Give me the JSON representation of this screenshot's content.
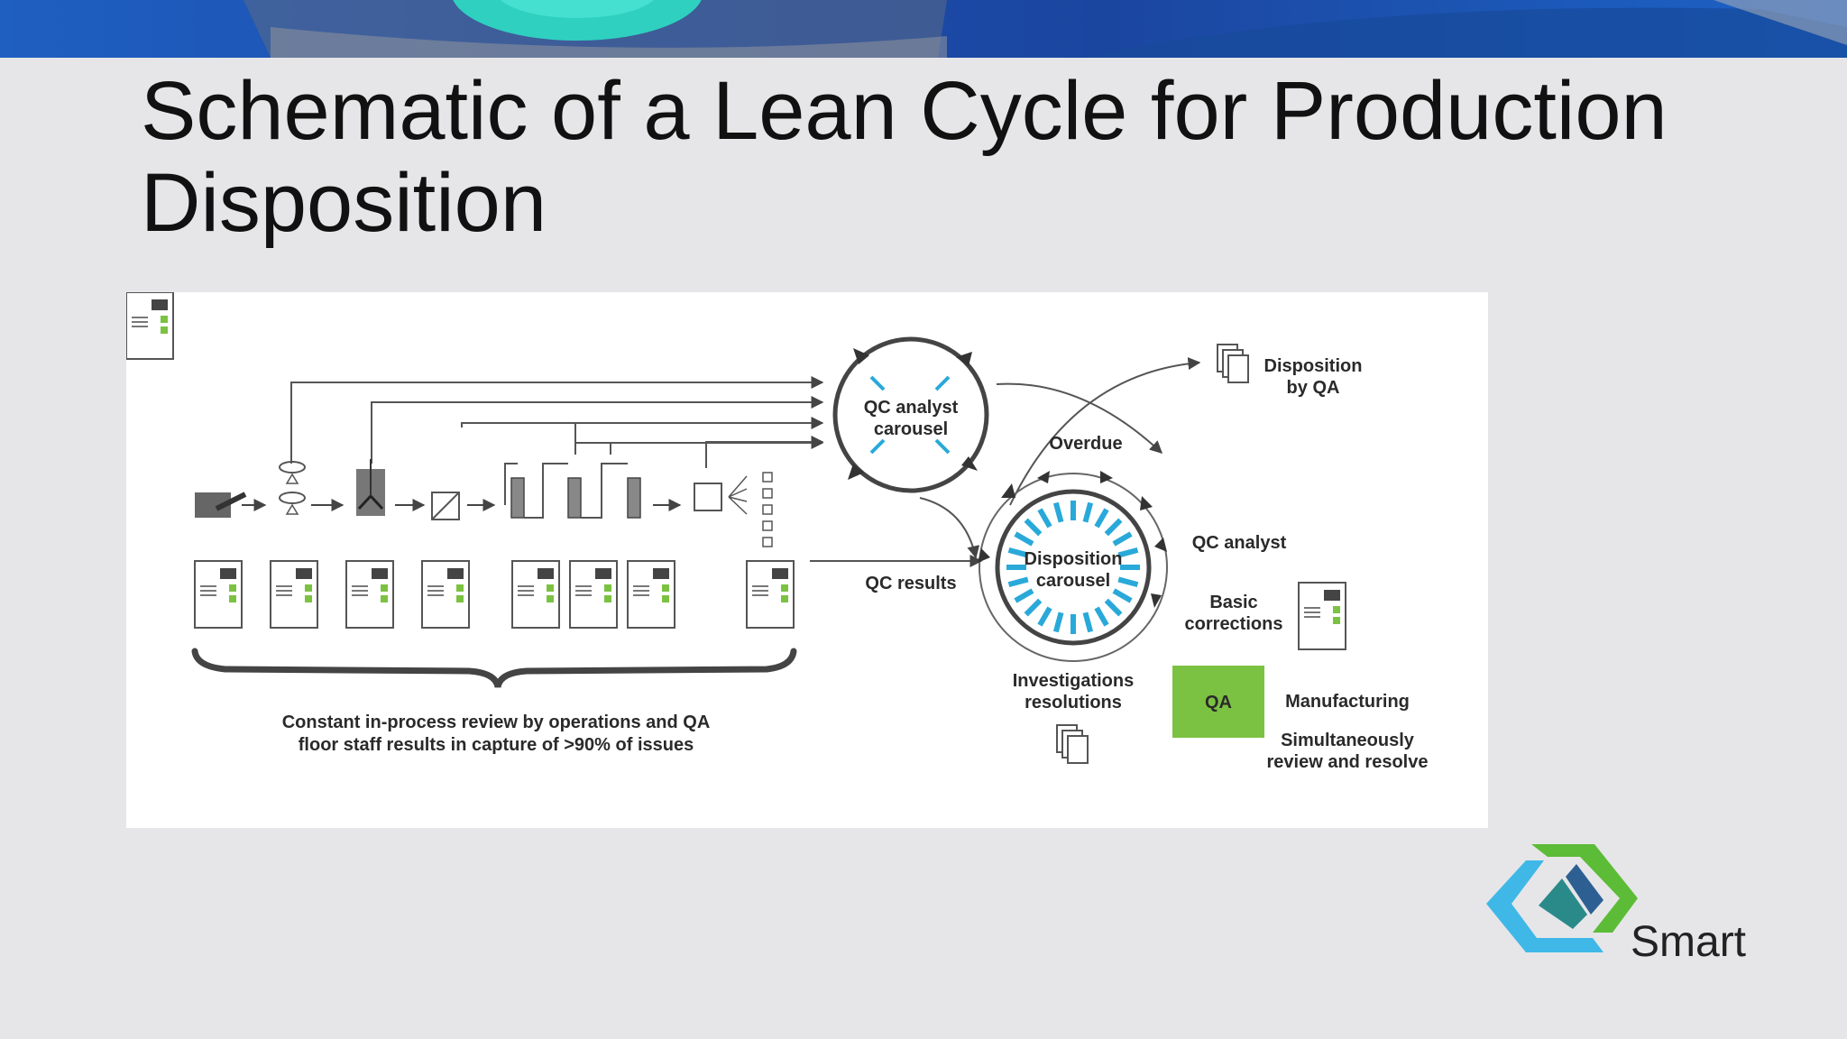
{
  "slide": {
    "title": "Schematic of a Lean Cycle for Production Disposition"
  },
  "diagram": {
    "qc_carousel": "QC analyst carousel",
    "disposition_carousel": "Disposition carousel",
    "overdue": "Overdue",
    "disposition_by_qa": "Disposition by QA",
    "qc_analyst": "QC analyst",
    "basic_corrections": "Basic corrections",
    "qc_results": "QC results",
    "investigations": "Investigations resolutions",
    "qa_box": "QA",
    "manufacturing": "Manufacturing",
    "simultaneous": "Simultaneously review and resolve",
    "brace_caption_1": "Constant in-process review by operations and QA",
    "brace_caption_2": "floor staff results in capture of >90% of issues"
  },
  "colors": {
    "qa_green": "#7cc242",
    "carousel_blue": "#29a9d9",
    "logo_green": "#5cbc38",
    "logo_blue": "#3fb8e8",
    "logo_teal": "#2a8a8a"
  },
  "logo": {
    "text": "Smart"
  }
}
